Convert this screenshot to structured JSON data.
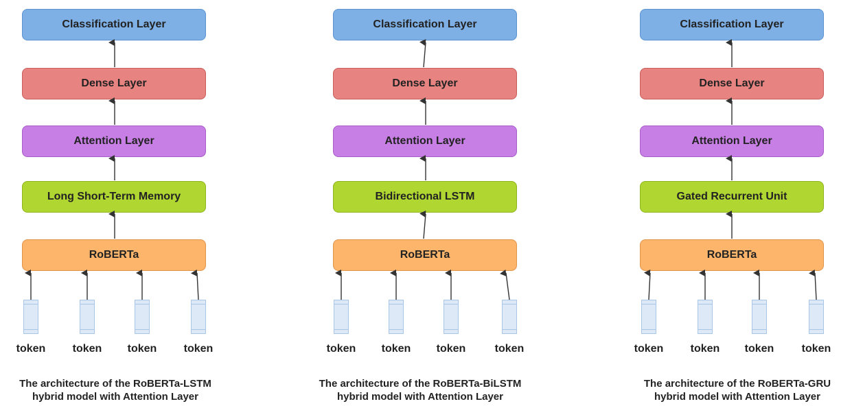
{
  "colors": {
    "classification": "#7eb0e5",
    "dense": "#e78380",
    "attention": "#c77fe5",
    "recurrent": "#b0d631",
    "roberta": "#fdb56c",
    "token": "#dde9f7",
    "arrow": "#333333"
  },
  "panels": [
    {
      "classification": "Classification Layer",
      "dense": "Dense Layer",
      "attention": "Attention Layer",
      "recurrent": "Long Short-Term Memory",
      "roberta": "RoBERTa",
      "tokens": [
        "token",
        "token",
        "token",
        "token"
      ],
      "caption_line1": "The architecture of the RoBERTa-LSTM",
      "caption_line2": "hybrid model with Attention Layer"
    },
    {
      "classification": "Classification Layer",
      "dense": "Dense Layer",
      "attention": "Attention Layer",
      "recurrent": "Bidirectional LSTM",
      "roberta": "RoBERTa",
      "tokens": [
        "token",
        "token",
        "token",
        "token"
      ],
      "caption_line1": "The architecture of the RoBERTa-BiLSTM",
      "caption_line2": "hybrid model with Attention Layer"
    },
    {
      "classification": "Classification Layer",
      "dense": "Dense Layer",
      "attention": "Attention Layer",
      "recurrent": "Gated Recurrent Unit",
      "roberta": "RoBERTa",
      "tokens": [
        "token",
        "token",
        "token",
        "token"
      ],
      "caption_line1": "The architecture of the RoBERTa-GRU",
      "caption_line2": "hybrid model with Attention Layer"
    }
  ]
}
